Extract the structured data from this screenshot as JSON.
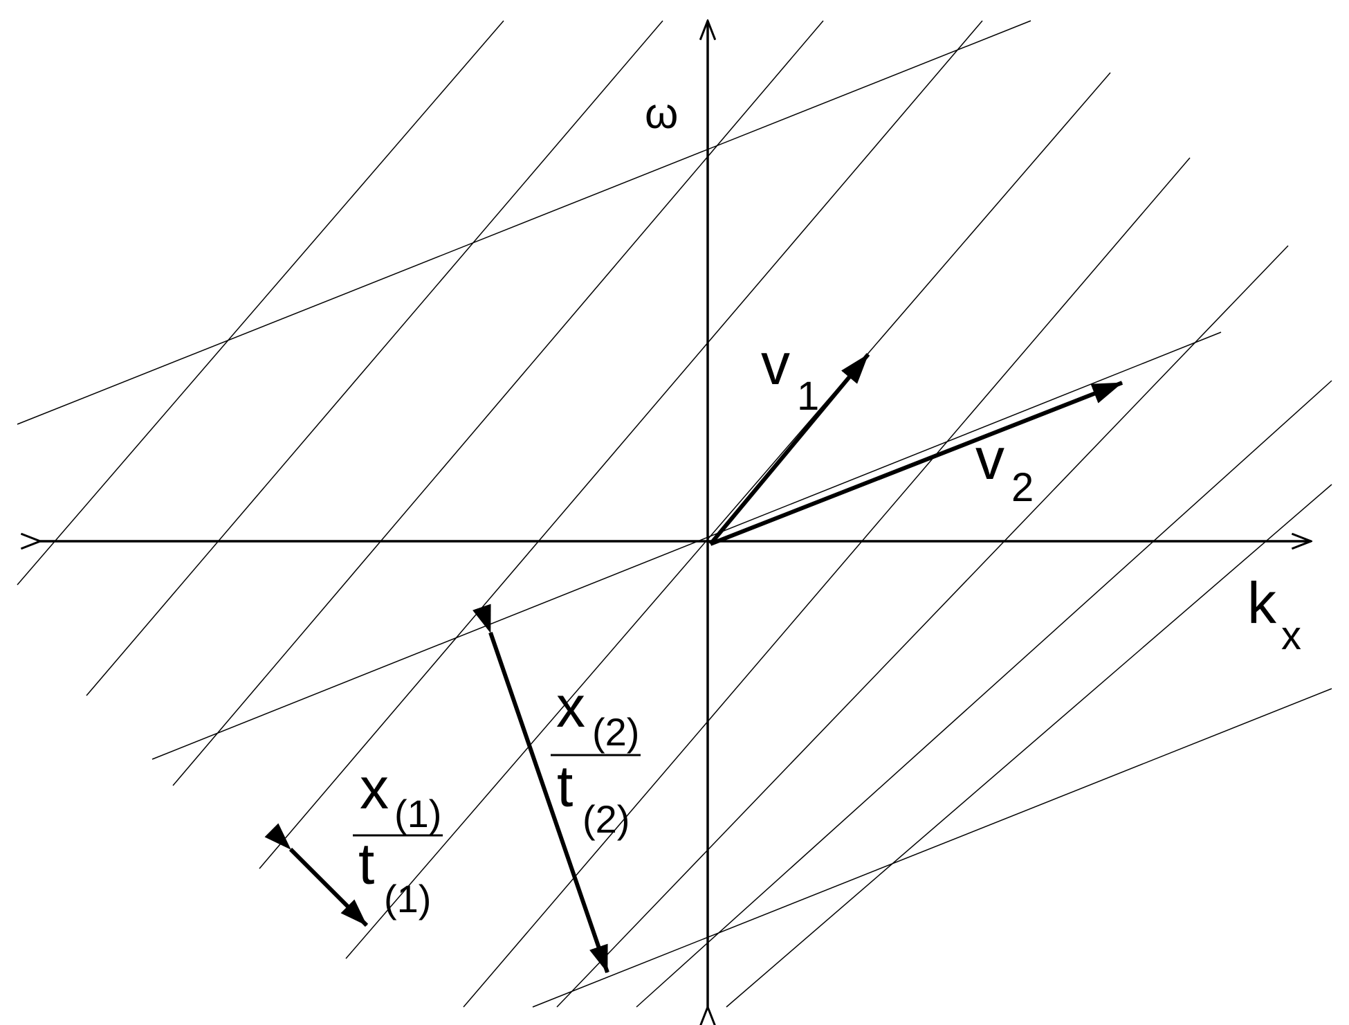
{
  "colors": {
    "background": "#ffffff",
    "ink": "#000000"
  },
  "axes": {
    "vertical_label": "ω",
    "horizontal_label_main": "k",
    "horizontal_label_sub": "x"
  },
  "vectors": {
    "v1": {
      "main": "v",
      "sub": "1"
    },
    "v2": {
      "main": "v",
      "sub": "2"
    }
  },
  "ratios": {
    "ratio1": {
      "num_main": "x",
      "num_sub": "(1)",
      "den_main": "t",
      "den_sub": "(1)"
    },
    "ratio2": {
      "num_main": "x",
      "num_sub": "(2)",
      "den_main": "t",
      "den_sub": "(2)"
    }
  }
}
